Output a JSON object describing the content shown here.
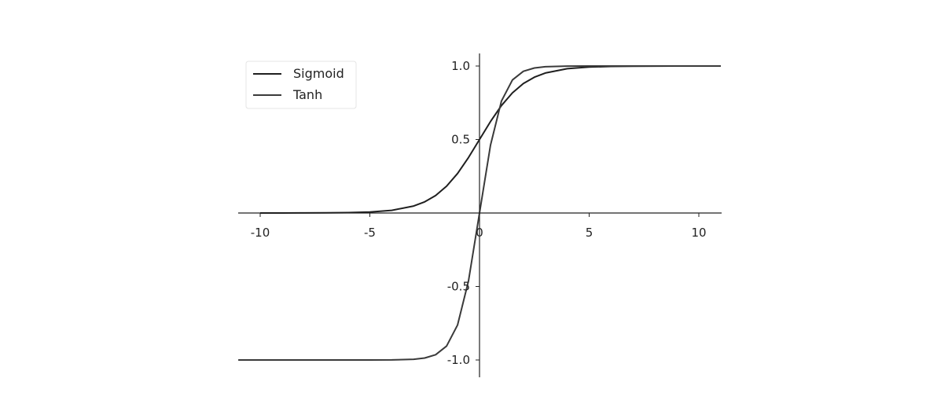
{
  "chart_data": {
    "type": "line",
    "title": "",
    "xlabel": "",
    "ylabel": "",
    "xlim": [
      -11,
      11
    ],
    "ylim": [
      -1.1,
      1.1
    ],
    "x_ticks": [
      -10,
      -5,
      0,
      5,
      10
    ],
    "x_tick_labels": [
      "-10",
      "-5",
      "0",
      "5",
      "10"
    ],
    "y_ticks": [
      -1.0,
      -0.5,
      0.5,
      1.0
    ],
    "y_tick_labels": [
      "-1.0",
      "-0.5",
      "0.5",
      "1.0"
    ],
    "spines": "centered at origin",
    "grid": false,
    "legend_position": "top-left",
    "x": [
      -11,
      -10,
      -9,
      -8,
      -7,
      -6,
      -5,
      -4,
      -3,
      -2.5,
      -2,
      -1.5,
      -1,
      -0.5,
      0,
      0.5,
      1,
      1.5,
      2,
      2.5,
      3,
      4,
      5,
      6,
      7,
      8,
      9,
      10,
      11
    ],
    "series": [
      {
        "name": "Sigmoid",
        "color": "#1f1f1f",
        "x_start": -10,
        "values": [
          1.67e-05,
          4.54e-05,
          0.000123,
          0.000335,
          0.000911,
          0.00247,
          0.00669,
          0.018,
          0.0474,
          0.0759,
          0.1192,
          0.1824,
          0.2689,
          0.3775,
          0.5,
          0.6225,
          0.7311,
          0.8176,
          0.8808,
          0.9241,
          0.9526,
          0.982,
          0.9933,
          0.9975,
          0.9991,
          0.9997,
          0.9999,
          1.0,
          1.0
        ]
      },
      {
        "name": "Tanh",
        "color": "#3a3a3a",
        "x_start": -11,
        "values": [
          -1.0,
          -1.0,
          -1.0,
          -1.0,
          -1.0,
          -0.99999,
          -0.9999,
          -0.9993,
          -0.9951,
          -0.9866,
          -0.964,
          -0.9051,
          -0.7616,
          -0.4621,
          0.0,
          0.4621,
          0.7616,
          0.9051,
          0.964,
          0.9866,
          0.9951,
          0.9993,
          0.9999,
          0.99999,
          1.0,
          1.0,
          1.0,
          1.0,
          1.0
        ]
      }
    ]
  }
}
